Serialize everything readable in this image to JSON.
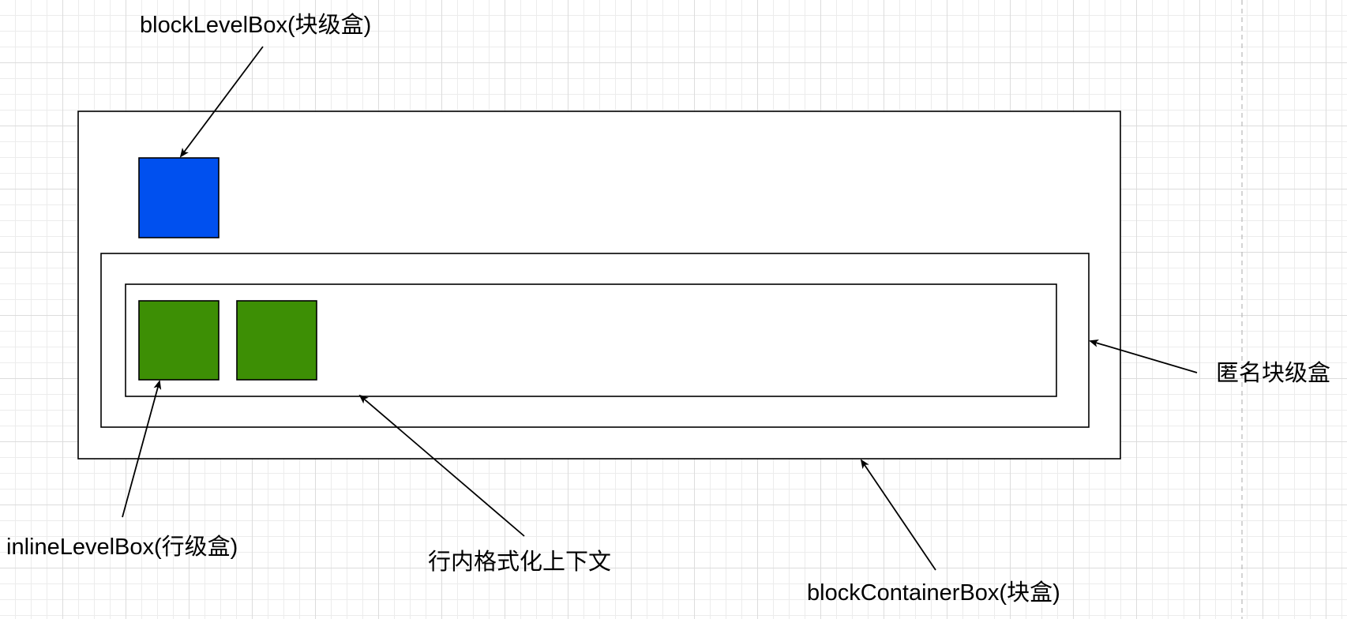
{
  "diagram": {
    "labels": {
      "block_level_box": "blockLevelBox(块级盒)",
      "inline_level_box": "inlineLevelBox(行级盒)",
      "inline_formatting_context": "行内格式化上下文",
      "anonymous_block_box": "匿名块级盒",
      "block_container_box": "blockContainerBox(块盒)"
    },
    "colors": {
      "block_level_fill": "#0050ef",
      "inline_level_fill": "#3d8f05",
      "stroke": "#000000",
      "page_boundary": "#b8b8b8"
    }
  }
}
